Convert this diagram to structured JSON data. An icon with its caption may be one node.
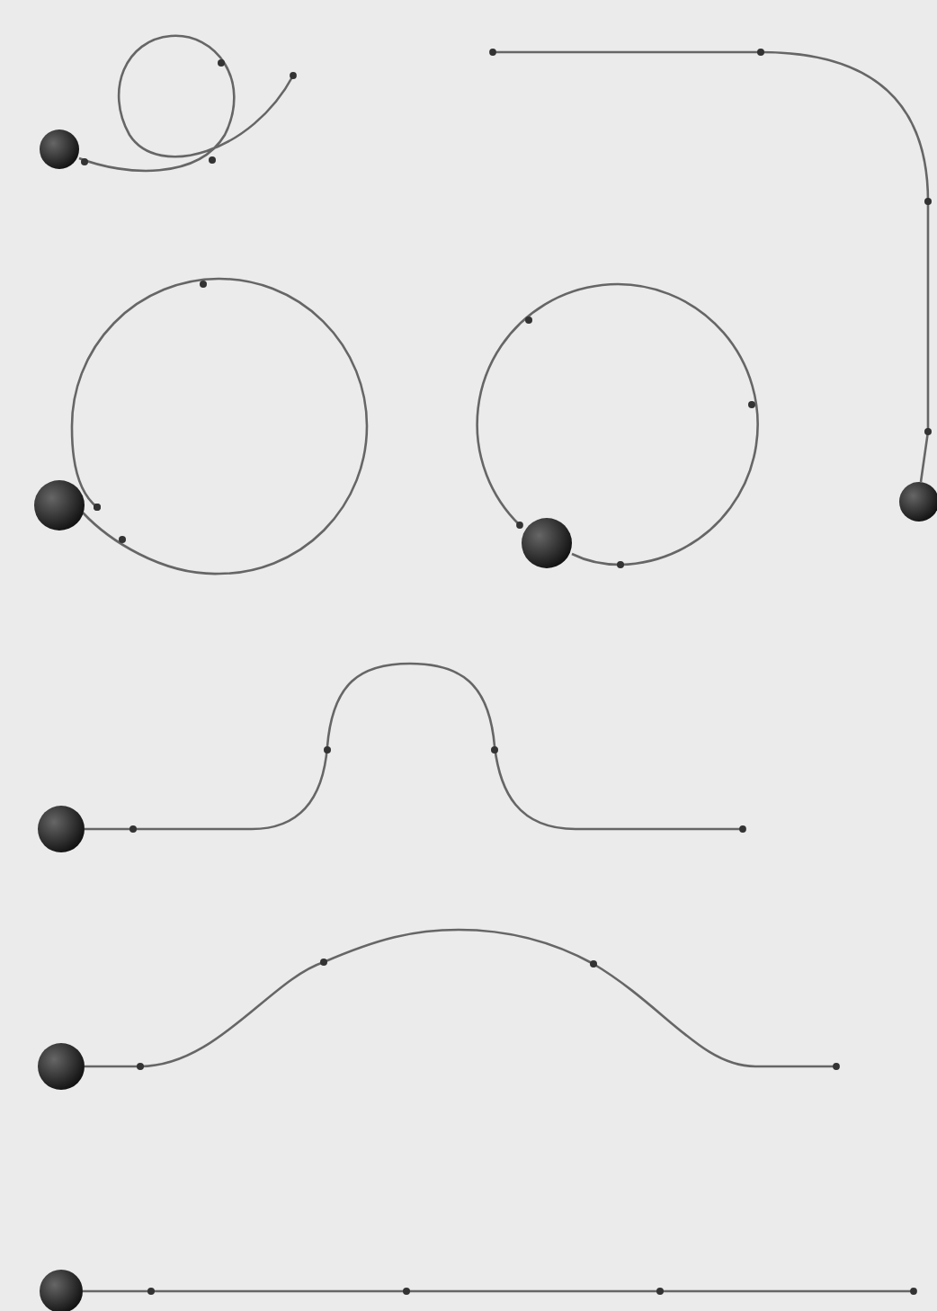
{
  "diagram": {
    "nodes": [
      {
        "text": [],
        "shape": "circle"
      },
      {
        "text": [],
        "shape": "circle"
      },
      {
        "text": [],
        "shape": "circle"
      },
      {
        "text": [],
        "shape": "circle"
      },
      {
        "text": [],
        "shape": "circle"
      },
      {
        "text": [],
        "shape": "circle"
      },
      {
        "text": [],
        "shape": "circle"
      }
    ],
    "edges": [
      {
        "from": 0,
        "to": null,
        "arrow": "other"
      },
      {
        "from": 1,
        "to": null,
        "arrow": "other"
      },
      {
        "from": 2,
        "to": null,
        "arrow": "other"
      },
      {
        "from": 3,
        "to": null,
        "arrow": "other"
      },
      {
        "from": 4,
        "to": null,
        "arrow": "other"
      },
      {
        "from": 5,
        "to": null,
        "arrow": "other"
      },
      {
        "from": 6,
        "to": null,
        "arrow": "other"
      }
    ]
  }
}
